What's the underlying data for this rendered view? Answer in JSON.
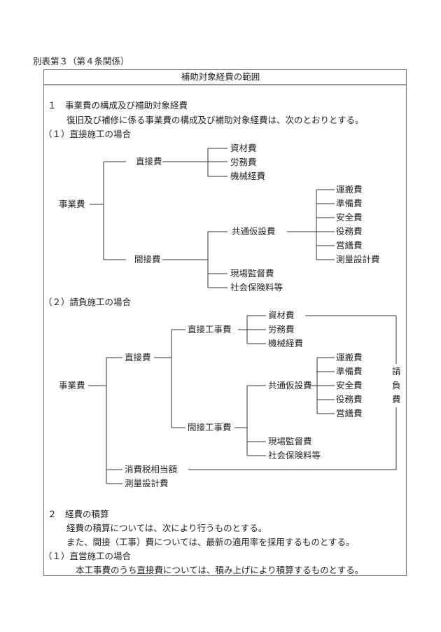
{
  "header": "別表第３（第４条関係）",
  "title": "補助対象経費の範囲",
  "section1": {
    "heading": "１　事業費の構成及び補助対象経費",
    "text": "復旧及び補修に係る事業費の構成及び補助対象経費は、次のとおりとする。",
    "case1": {
      "heading": "（１）直接施工の場合",
      "root": "事業費",
      "direct": "直接費",
      "direct_items": [
        "資材費",
        "労務費",
        "機械経費"
      ],
      "indirect": "間接費",
      "common": "共通仮設費",
      "common_items": [
        "運搬費",
        "準備費",
        "安全費",
        "役務費",
        "営繕費",
        "測量設計費"
      ],
      "indirect_items": [
        "現場監督費",
        "社会保険料等"
      ]
    },
    "case2": {
      "heading": "（２）請負施工の場合",
      "root": "事業費",
      "direct": "直接費",
      "direct_work": "直接工事費",
      "direct_items": [
        "資材費",
        "労務費",
        "機械経費"
      ],
      "indirect_work": "間接工事費",
      "common": "共通仮設費",
      "common_items": [
        "運搬費",
        "準備費",
        "安全費",
        "役務費",
        "営繕費"
      ],
      "indirect_items": [
        "現場監督費",
        "社会保険料等"
      ],
      "tax": "消費税相当額",
      "survey": "測量設計費",
      "contract": [
        "請",
        "負",
        "費"
      ]
    }
  },
  "section2": {
    "heading": "２　経費の積算",
    "text1": "経費の積算については、次により行うものとする。",
    "text2": "また、間接（工事）費については、最新の適用率を採用するものとする。",
    "case1": {
      "heading": "（１）直営施工の場合",
      "text": "本工事費のうち直接費については、積み上げにより積算するものとする。"
    }
  }
}
